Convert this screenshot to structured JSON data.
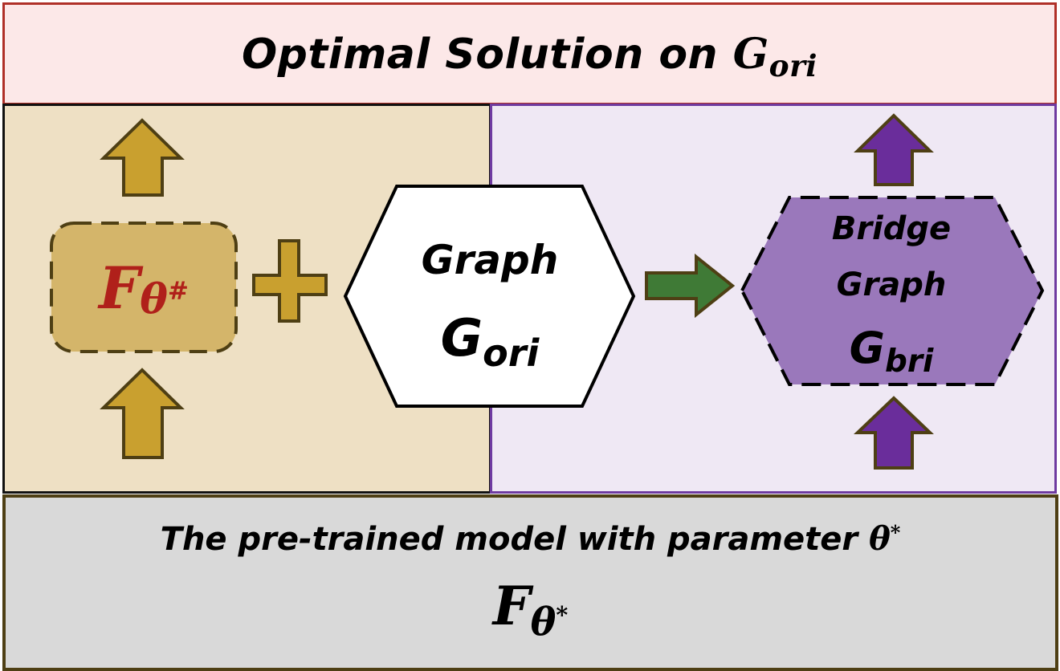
{
  "top_banner": {
    "text": "Optimal Solution on ",
    "math_main": "G",
    "math_sub": "ori"
  },
  "left_panel": {
    "tuned_model": {
      "main": "F",
      "sub": "θ",
      "sup": "#"
    },
    "plus_symbol": "+"
  },
  "center_node": {
    "line1": "Graph",
    "math_main": "G",
    "math_sub": "ori"
  },
  "bridge_node": {
    "line1": "Bridge",
    "line2": "Graph",
    "math_main": "G",
    "math_sub": "bri"
  },
  "bottom_banner": {
    "text": "The pre-trained model with parameter ",
    "text_math": "θ",
    "text_math_sup": "*",
    "model_main": "F",
    "model_sub": "θ",
    "model_sup": "*"
  },
  "colors": {
    "top_fill": "#fce8e8",
    "top_border": "#b03028",
    "left_fill": "#eee0c4",
    "right_fill": "#efe8f4",
    "right_border": "#6e3aa0",
    "bottom_fill": "#d9d9d9",
    "bottom_border": "#4e3f14",
    "gold_arrow": "#c9a02f",
    "purple_arrow": "#6a2d9b",
    "green_arrow": "#3f7a36",
    "tuned_model_text": "#b0201a",
    "bridge_fill": "#9a78bb"
  }
}
